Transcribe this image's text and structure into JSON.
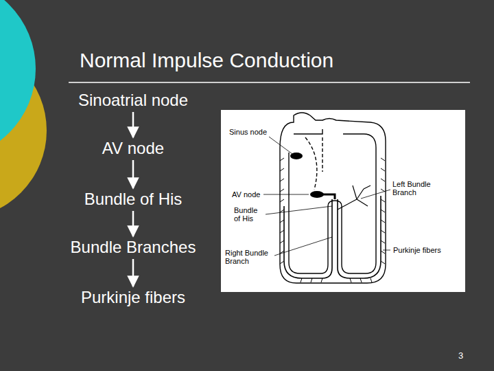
{
  "diagram": {
    "title": "Normal Impulse Conduction",
    "nodes": [
      {
        "text": [
          "Sinoatrial node"
        ]
      },
      {
        "text": [
          "AV node"
        ]
      },
      {
        "text": [
          "Bundle of His"
        ]
      },
      {
        "text": [
          "Bundle Branches"
        ]
      },
      {
        "text": [
          "Purkinje fibers"
        ]
      }
    ],
    "edges": [
      {
        "from": 0,
        "to": 1,
        "arrow": "to"
      },
      {
        "from": 1,
        "to": 2,
        "arrow": "to"
      },
      {
        "from": 2,
        "to": 3,
        "arrow": "to"
      },
      {
        "from": 3,
        "to": 4,
        "arrow": "to"
      }
    ],
    "labels": [
      "Sinus node",
      "AV node",
      "Bundle of His",
      "Right Bundle Branch",
      "Left Bundle Branch",
      "Purkinje fibers",
      "3"
    ]
  }
}
